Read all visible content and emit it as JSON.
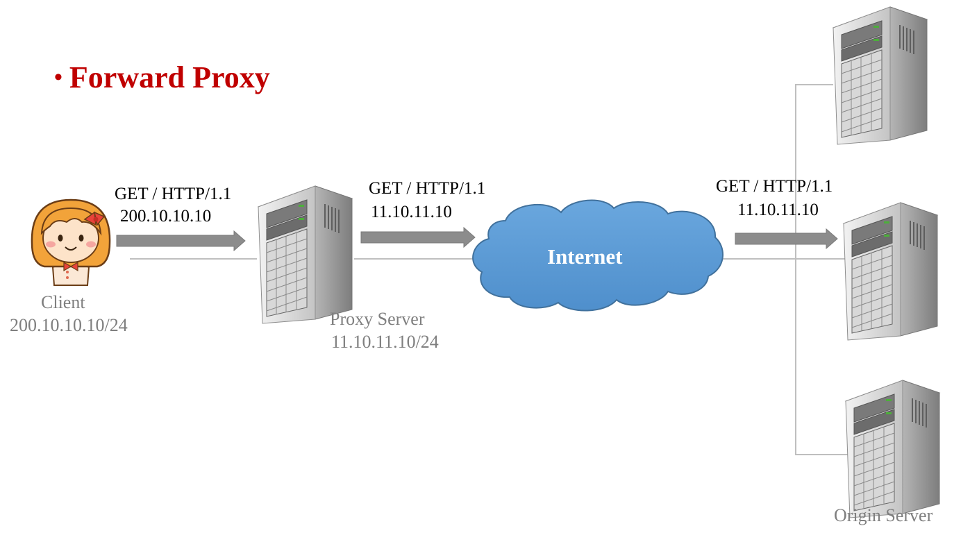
{
  "title": "Forward Proxy",
  "title_bullet": "•",
  "client": {
    "label": "Client",
    "address": "200.10.10.10/24",
    "request": {
      "line1": "GET / HTTP/1.1",
      "line2": "200.10.10.10"
    }
  },
  "proxy": {
    "label": "Proxy Server",
    "address": "11.10.11.10/24",
    "request": {
      "line1": "GET / HTTP/1.1",
      "line2": "11.10.11.10"
    }
  },
  "internet": {
    "label": "Internet",
    "request": {
      "line1": "GET / HTTP/1.1",
      "line2": "11.10.11.10"
    }
  },
  "origin": {
    "label": "Origin Server"
  },
  "colors": {
    "title": "#c00000",
    "arrow": "#8c8c8c",
    "cloud": "#5b9bd5",
    "cloud_stroke": "#41719c",
    "label_gray": "#7f7f7f",
    "connector": "#bfbfbf"
  }
}
